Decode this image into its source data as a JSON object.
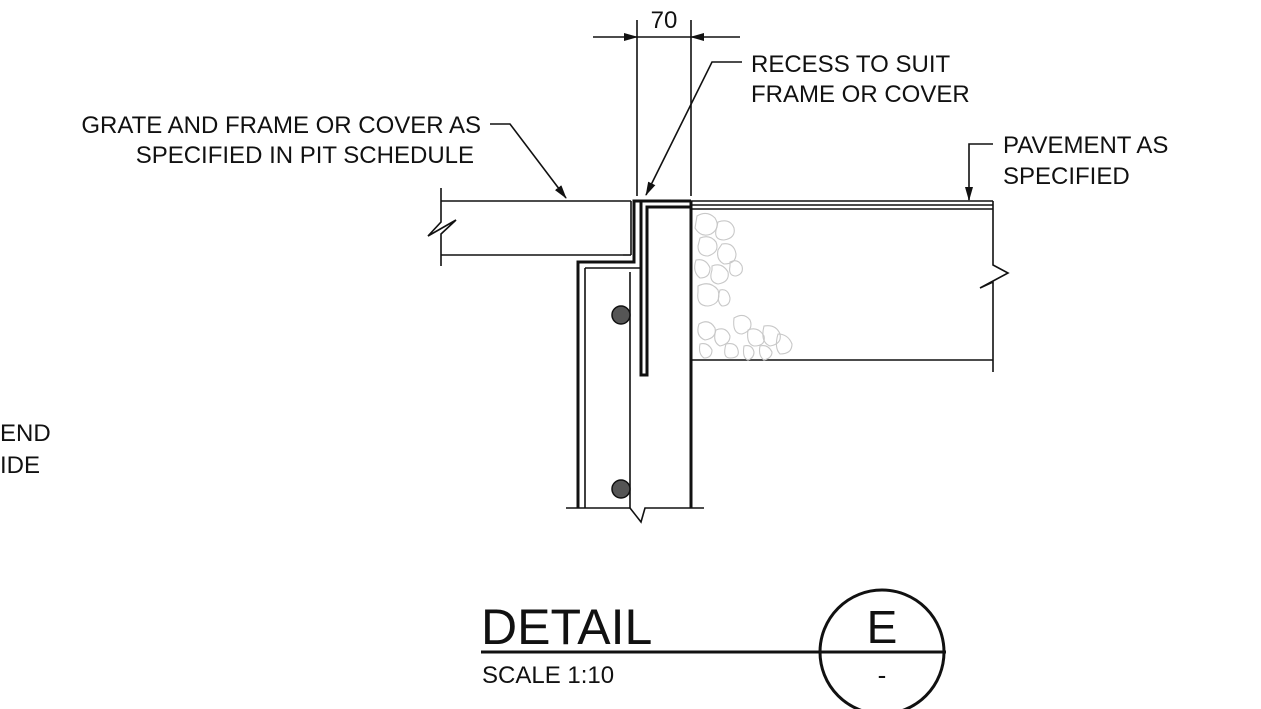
{
  "annotations": {
    "dimension": "70",
    "recess_line1": "RECESS TO SUIT",
    "recess_line2": "FRAME OR COVER",
    "grate_line1": "GRATE AND FRAME OR COVER AS",
    "grate_line2": "SPECIFIED IN PIT SCHEDULE",
    "pavement_line1": "PAVEMENT AS",
    "pavement_line2": "SPECIFIED",
    "cut_line1": "END",
    "cut_line2": "IDE"
  },
  "title_block": {
    "title": "DETAIL",
    "scale": "SCALE 1:10",
    "detail_letter": "E",
    "sheet_ref": "-"
  },
  "colors": {
    "linework": "#111111",
    "aggregate": "#c8c8c8",
    "rebar_fill": "#555555"
  }
}
